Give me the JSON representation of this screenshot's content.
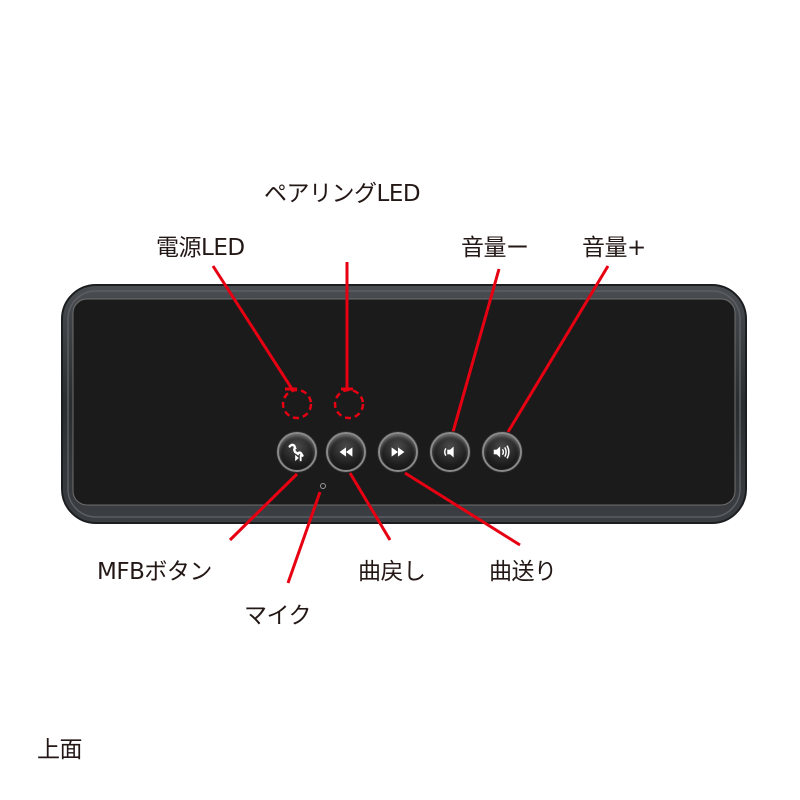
{
  "labels": {
    "pairing_led": "ペアリングLED",
    "power_led": "電源LED",
    "volume_down": "音量ー",
    "volume_up": "音量+",
    "mfb_button": "MFBボタン",
    "mic": "マイク",
    "prev_track": "曲戻し",
    "next_track": "曲送り",
    "view": "上面"
  },
  "buttons": [
    {
      "name": "mfb-button",
      "icon": "phone-play-pause-icon"
    },
    {
      "name": "rewind-button",
      "icon": "rewind-icon"
    },
    {
      "name": "fast-forward-button",
      "icon": "fast-forward-icon"
    },
    {
      "name": "volume-down-button",
      "icon": "speaker-low-icon"
    },
    {
      "name": "volume-up-button",
      "icon": "speaker-high-icon"
    }
  ],
  "colors": {
    "callout": "#e60012",
    "device_body": "#1a1a1a",
    "frame": "#2b2e31",
    "text": "#231815"
  }
}
